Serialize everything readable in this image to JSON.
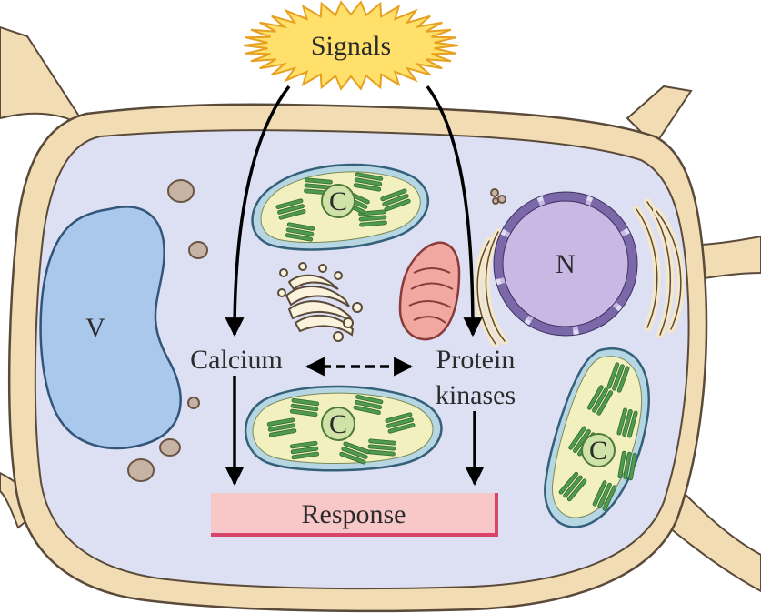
{
  "labels": {
    "signals": "Signals",
    "calcium": "Calcium",
    "protein_line1": "Protein",
    "protein_line2": "kinases",
    "response": "Response",
    "vacuole": "V",
    "nucleus": "N",
    "chloroplast_top": "C",
    "chloroplast_middle": "C",
    "chloroplast_right": "C"
  },
  "colors": {
    "cell_wall": "#f2dcb4",
    "cell_wall_edge": "#5a4a3a",
    "cytoplasm": "#dde0f3",
    "vacuole": "#a9c8ec",
    "nucleus": "#c9b8e3",
    "nuclear_envelope": "#7a68a8",
    "chloroplast_stroma": "#f3f0c0",
    "chloroplast_outer": "#b5d6e2",
    "thylakoid": "#4f9a4f",
    "mitochondrion": "#f0a8a0",
    "signals_burst": "#ffe06a",
    "signals_burst_edge": "#e8a020",
    "response_box": "#f8c8c8",
    "response_edge": "#d8446a"
  }
}
